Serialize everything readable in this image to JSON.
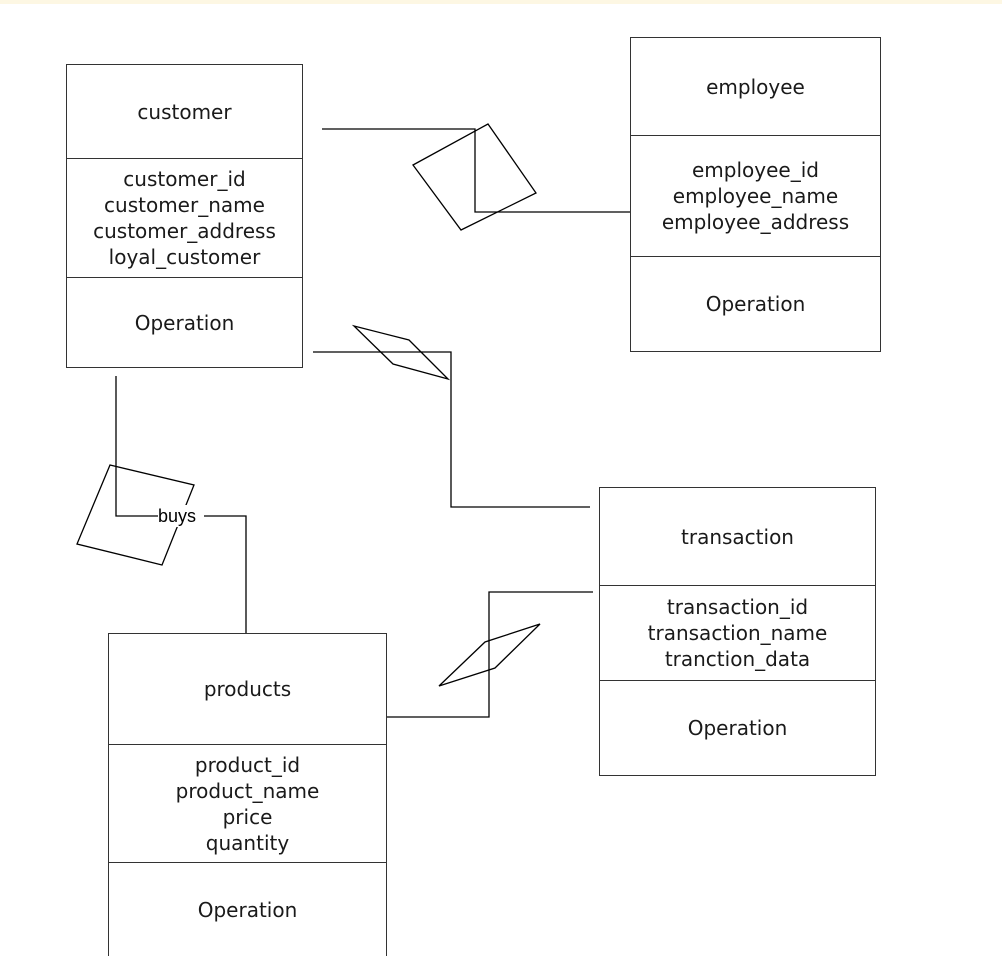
{
  "entities": {
    "customer": {
      "name": "customer",
      "attributes": [
        "customer_id",
        "customer_name",
        "customer_address",
        "loyal_customer"
      ],
      "operation": "Operation"
    },
    "employee": {
      "name": "employee",
      "attributes": [
        "employee_id",
        "employee_name",
        "employee_address"
      ],
      "operation": "Operation"
    },
    "transaction": {
      "name": "transaction",
      "attributes": [
        "transaction_id",
        "transaction_name",
        "tranction_data"
      ],
      "operation": "Operation"
    },
    "products": {
      "name": "products",
      "attributes": [
        "product_id",
        "product_name",
        "price",
        "quantity"
      ],
      "operation": "Operation"
    }
  },
  "relationships": [
    {
      "id": "customer-employee",
      "from": "customer",
      "to": "employee",
      "label": ""
    },
    {
      "id": "customer-transaction",
      "from": "customer",
      "to": "transaction",
      "label": ""
    },
    {
      "id": "customer-products",
      "from": "customer",
      "to": "products",
      "label": "buys"
    },
    {
      "id": "products-transaction",
      "from": "products",
      "to": "transaction",
      "label": ""
    }
  ]
}
